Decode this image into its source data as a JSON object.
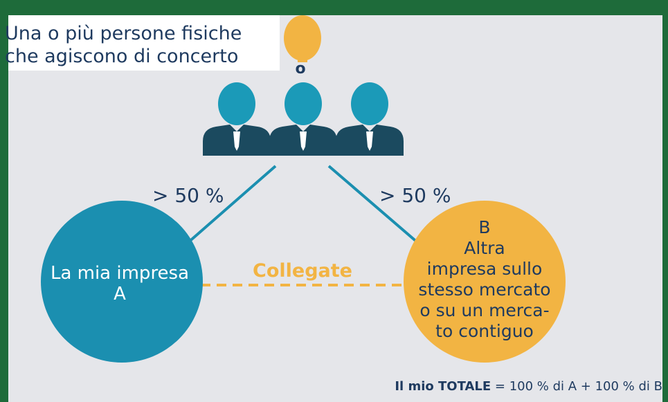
{
  "diagram": {
    "heading_line1": "Una o più persone fisiche",
    "heading_line2": "che agiscono di concerto",
    "or_word": "o",
    "left_percent": "> 50 %",
    "right_percent": "> 50 %",
    "link_label": "Collegate",
    "company_a": {
      "line1": "La mia impresa",
      "line2": "A"
    },
    "company_b": {
      "line1": "B",
      "line2": "Altra",
      "line3": "impresa sullo",
      "line4": "stesso mercato",
      "line5": "o su un merca-",
      "line6": "to contiguo"
    },
    "total_bold": "Il mio TOTALE",
    "total_rest": " = 100 % di A + 100 % di B"
  },
  "colors": {
    "frame_green": "#1e6b3a",
    "background": "#e5e6ea",
    "company_a_blue": "#1b8fb0",
    "company_b_orange": "#f2b443",
    "person_head_teal": "#1b9ab8",
    "person_body_navy": "#1b4a5f",
    "single_person_orange": "#f2b443",
    "text_navy": "#1e3a5f"
  }
}
